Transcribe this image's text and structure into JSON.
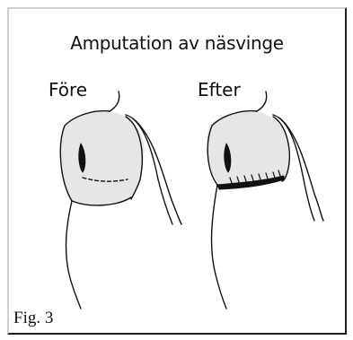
{
  "diagram": {
    "title": "Amputation av näsvinge",
    "before_label": "Före",
    "after_label": "Efter",
    "caption": "Fig. 3"
  },
  "colors": {
    "ink": "#111111",
    "skin_shade": "#e4e4e4",
    "frame_dark": "#202020"
  }
}
